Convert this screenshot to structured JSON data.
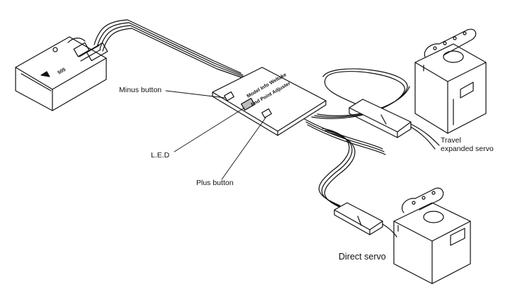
{
  "labels": {
    "minus_button": "Minus button",
    "led": "L.E.D",
    "plus_button": "Plus button",
    "travel_line1": "Travel",
    "travel_line2": "expanded servo",
    "direct_servo": "Direct servo"
  },
  "device_text": {
    "line1": "End Point Adjuster",
    "line2": "Model Info Weltake"
  },
  "receiver_text": {
    "number": "505"
  },
  "colors": {
    "ink": "#111111",
    "paper": "#ffffff",
    "led_fill": "#bdbdbd"
  }
}
